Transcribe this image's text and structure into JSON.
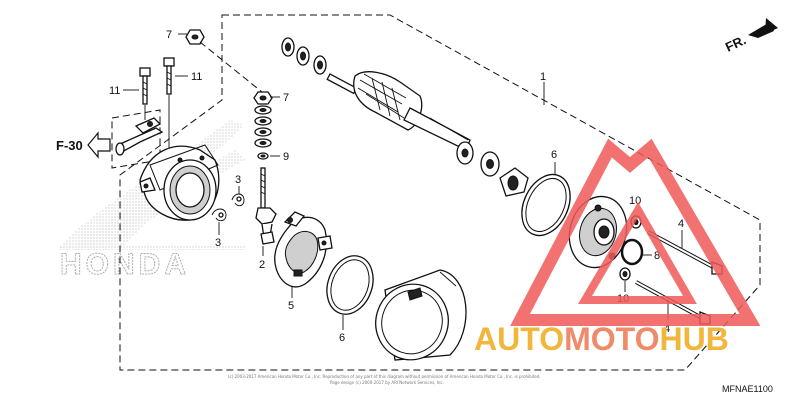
{
  "diagram": {
    "direction_label": "FR.",
    "reference_label": "F-30",
    "diagram_code": "MFNAE1100",
    "copyright_line_1": "(c) 2003-2017 American Honda Motor Co., Inc. Reproduction of any part of this diagram without permission of American Honda Motor Co., Inc. is prohibited.",
    "copyright_line_2": "Page design (c) 2000-2017 by ARI Network Services, Inc."
  },
  "callouts": [
    {
      "id": "c1",
      "text": "1"
    },
    {
      "id": "c2",
      "text": "2"
    },
    {
      "id": "c3a",
      "text": "3"
    },
    {
      "id": "c3b",
      "text": "3"
    },
    {
      "id": "c4a",
      "text": "4"
    },
    {
      "id": "c4b",
      "text": "4"
    },
    {
      "id": "c5",
      "text": "5"
    },
    {
      "id": "c6a",
      "text": "6"
    },
    {
      "id": "c6b",
      "text": "6"
    },
    {
      "id": "c7a",
      "text": "7"
    },
    {
      "id": "c7b",
      "text": "7"
    },
    {
      "id": "c8",
      "text": "8"
    },
    {
      "id": "c9",
      "text": "9"
    },
    {
      "id": "c10a",
      "text": "10"
    },
    {
      "id": "c10b",
      "text": "10"
    },
    {
      "id": "c11a",
      "text": "11"
    },
    {
      "id": "c11b",
      "text": "11"
    }
  ],
  "background_logo": {
    "text": "HONDA"
  },
  "watermark": {
    "part_1": "AUTO",
    "part_2": "MOTO",
    "part_3": "HUB",
    "color_1": "#f2b63c",
    "color_2": "#f08a6a",
    "color_3": "#f2b63c",
    "triangle_color": "#f05a5a"
  }
}
